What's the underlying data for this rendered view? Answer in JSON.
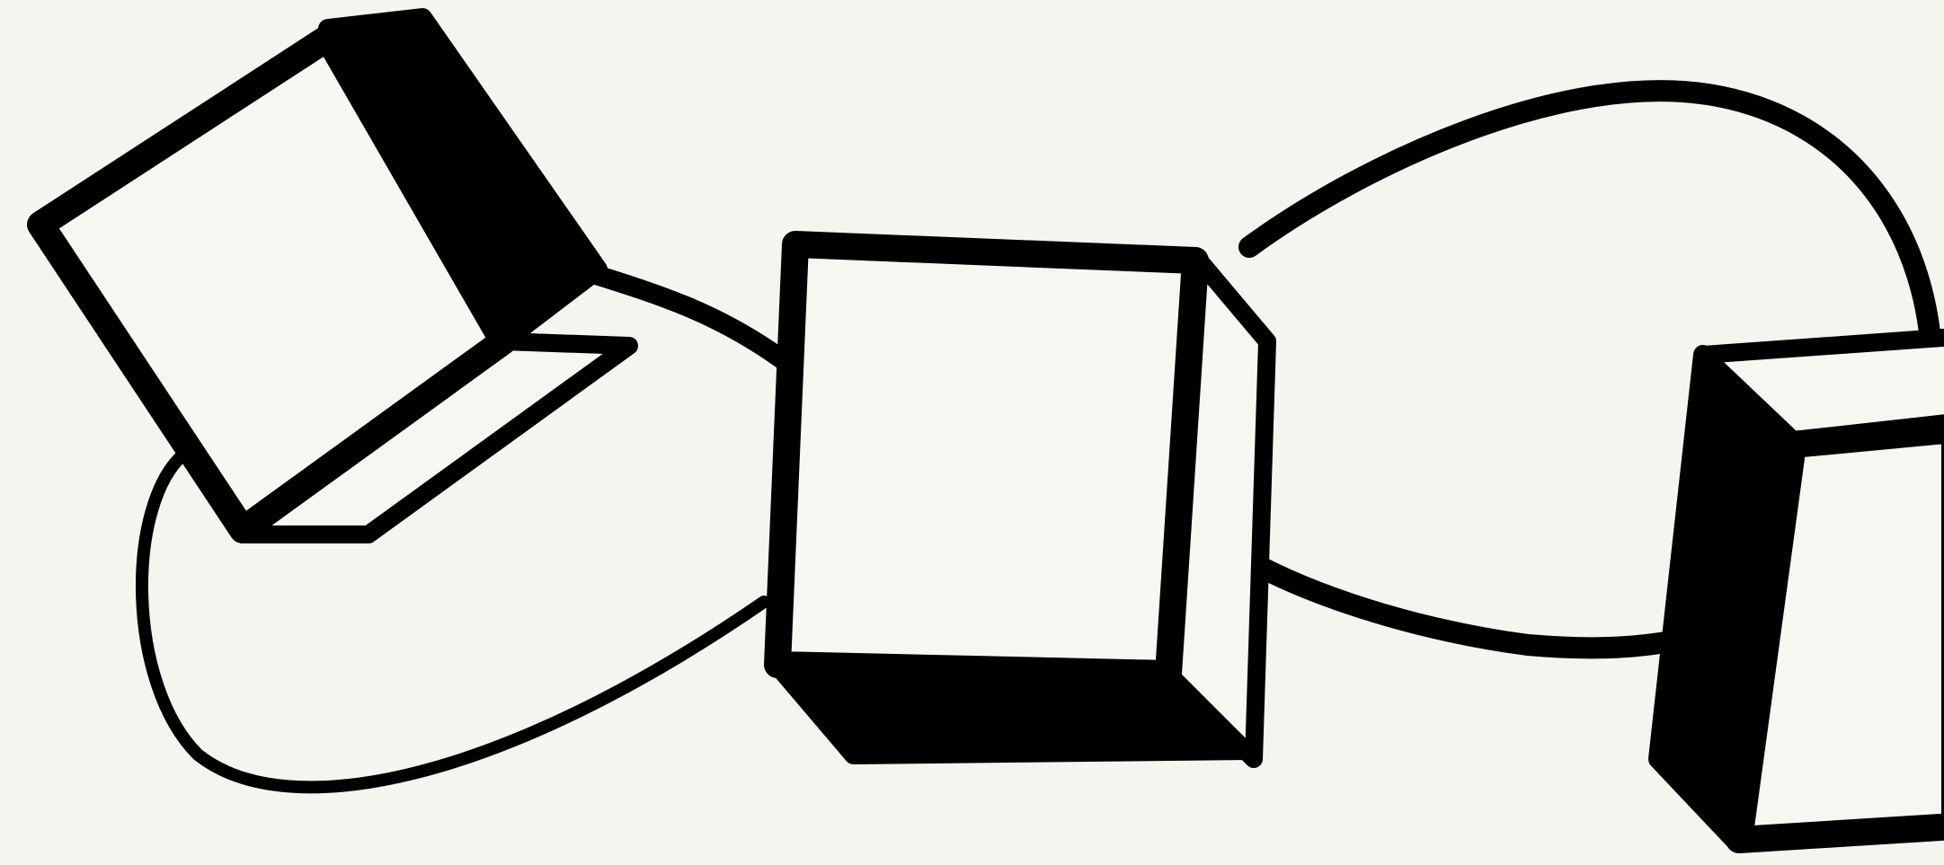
{
  "illustration": {
    "subject": "hand-drawn-cubes-connected-by-curved-lines",
    "colors": {
      "background": "#f5f5f0",
      "ink": "#000000",
      "face_fill": "#f7f7f2"
    },
    "objects": [
      {
        "name": "left-tilted-cube"
      },
      {
        "name": "center-cube"
      },
      {
        "name": "right-partial-cube"
      }
    ],
    "connectors": [
      {
        "name": "left-loop-connector"
      },
      {
        "name": "left-to-center-connector"
      },
      {
        "name": "top-arc-connector"
      },
      {
        "name": "center-to-right-connector"
      }
    ]
  }
}
